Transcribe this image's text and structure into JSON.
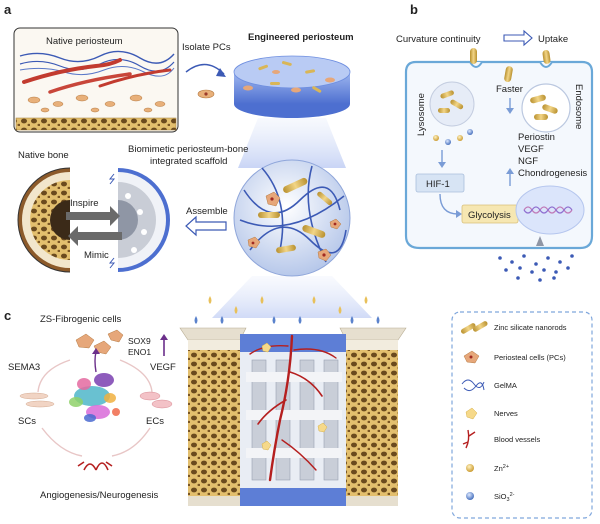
{
  "panels": {
    "a": "a",
    "b": "b",
    "c": "c"
  },
  "panel_a": {
    "native_periosteum": "Native periosteum",
    "isolate_pcs": "Isolate PCs",
    "engineered_periosteum": "Engineered periosteum",
    "native_bone": "Native bone",
    "biomimetic_line1": "Biomimetic periosteum-bone",
    "biomimetic_line2": "integrated scaffold",
    "inspire": "Inspire",
    "mimic": "Mimic",
    "assemble": "Assemble"
  },
  "panel_b": {
    "curvature": "Curvature continuity",
    "uptake": "Uptake",
    "faster": "Faster",
    "endosome": "Endosome",
    "lysosome": "Lysosome",
    "hif1": "HIF-1",
    "glycolysis": "Glycolysis",
    "outputs": [
      "Periostin",
      "VEGF",
      "NGF",
      "Chondrogenesis"
    ]
  },
  "panel_c": {
    "zs_fibrogenic": "ZS-Fibrogenic cells",
    "sox9": "SOX9",
    "eno1": "ENO1",
    "sema3": "SEMA3",
    "vegf": "VEGF",
    "scs": "SCs",
    "ecs": "ECs",
    "angio": "Angiogenesis/Neurogenesis"
  },
  "legend": {
    "items": [
      {
        "label": "Zinc silicate nanorods",
        "icon": "nanorod-icon"
      },
      {
        "label": "Periosteal cells  (PCs)",
        "icon": "periosteal-cell-icon"
      },
      {
        "label": "GelMA",
        "icon": "gelma-icon"
      },
      {
        "label": "Nerves",
        "icon": "nerve-icon"
      },
      {
        "label": "Blood vessels",
        "icon": "blood-vessel-icon"
      },
      {
        "label": "Zn",
        "sup": "2+",
        "icon": "zinc-ion-icon"
      },
      {
        "label": "SiO",
        "sup": "3",
        "sup2": "2-",
        "icon": "silicate-ion-icon"
      }
    ]
  },
  "colors": {
    "blue_gel": "#6f8fe0",
    "cell_orange": "#e4a36a",
    "vessel_red": "#b51f1f",
    "nanorod": "#d9b657",
    "cell_membrane": "#6aa8d8",
    "bone_yellow": "#e8c57a"
  }
}
